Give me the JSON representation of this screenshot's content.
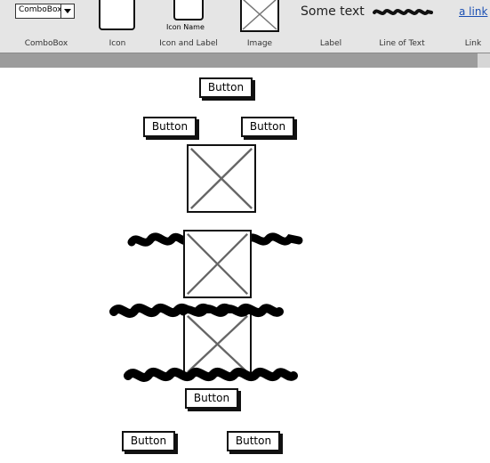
{
  "palette": {
    "items": [
      {
        "label": "ComboBox"
      },
      {
        "label": "Icon"
      },
      {
        "label": "Icon and Label"
      },
      {
        "label": "Image"
      },
      {
        "label": "Label"
      },
      {
        "label": "Line of Text"
      },
      {
        "label": "Link"
      }
    ],
    "combobox_text": "ComboBox",
    "icon_and_label_text": "Icon Name",
    "label_text": "Some text",
    "link_text": "a link"
  },
  "canvas": {
    "buttons": [
      {
        "label": "Button"
      },
      {
        "label": "Button"
      },
      {
        "label": "Button"
      },
      {
        "label": "Button"
      },
      {
        "label": "Button"
      },
      {
        "label": "Button"
      }
    ]
  }
}
